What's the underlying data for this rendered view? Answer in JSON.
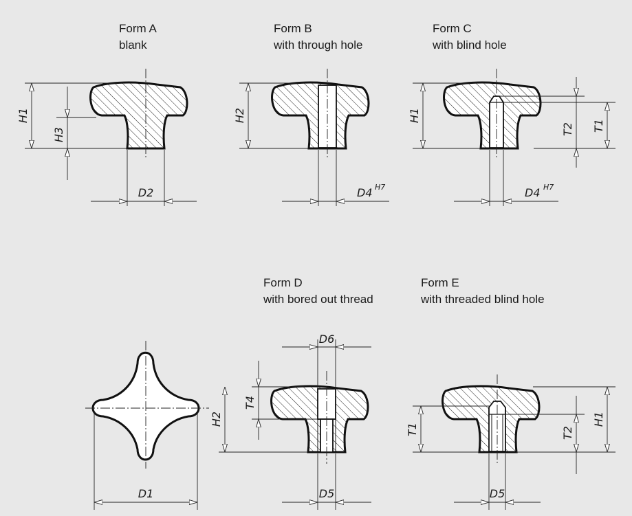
{
  "forms": [
    {
      "name": "Form A",
      "desc": "blank"
    },
    {
      "name": "Form B",
      "desc": "with through hole"
    },
    {
      "name": "Form C",
      "desc": "with blind hole"
    },
    {
      "name": "Form D",
      "desc": "with bored out thread"
    },
    {
      "name": "Form E",
      "desc": "with threaded blind hole"
    }
  ],
  "dims": {
    "a_h1": "H1",
    "a_h3": "H3",
    "a_d2": "D2",
    "b_h2": "H2",
    "b_d4": "D4",
    "b_d4_sup": "H7",
    "c_h1": "H1",
    "c_t2": "T2",
    "c_t1": "T1",
    "c_d4": "D4",
    "c_d4_sup": "H7",
    "top_d1": "D1",
    "d_d6": "D6",
    "d_t4": "T4",
    "d_h2": "H2",
    "d_d5": "D5",
    "e_t1": "T1",
    "e_t2": "T2",
    "e_h1": "H1",
    "e_d5": "D5"
  }
}
